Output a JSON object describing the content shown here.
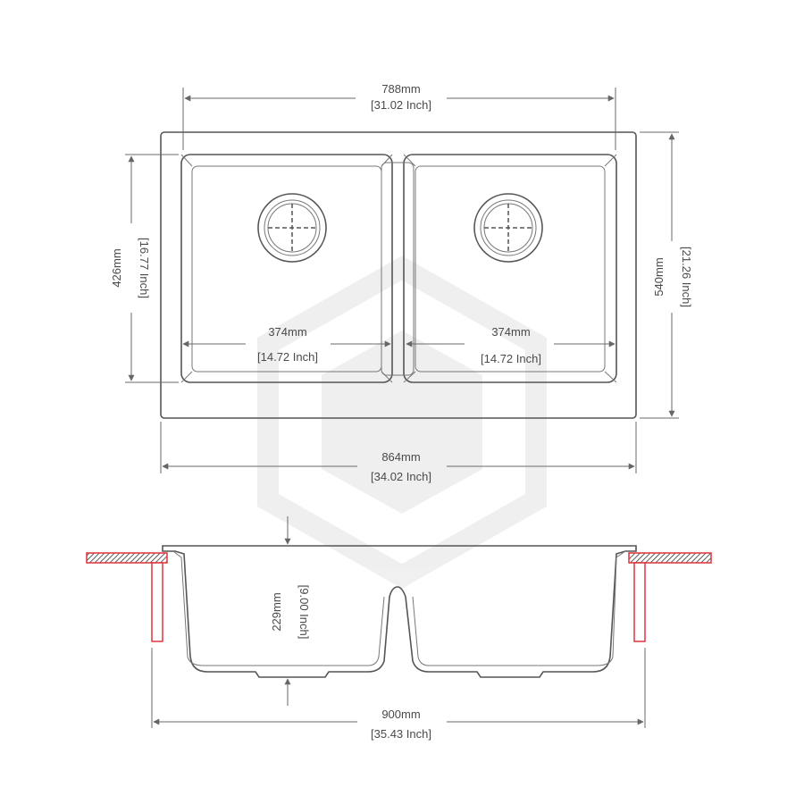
{
  "top_view": {
    "width_inner": {
      "mm": "788mm",
      "inch": "[31.02 Inch]"
    },
    "width_outer": {
      "mm": "864mm",
      "inch": "[34.02 Inch]"
    },
    "height_inner": {
      "mm": "426mm",
      "inch": "[16.77 Inch]"
    },
    "height_outer": {
      "mm": "540mm",
      "inch": "[21.26 Inch]"
    },
    "bowl_left": {
      "mm": "374mm",
      "inch": "[14.72 Inch]"
    },
    "bowl_right": {
      "mm": "374mm",
      "inch": "[14.72 Inch]"
    }
  },
  "side_view": {
    "depth": {
      "mm": "229mm",
      "inch": "[9.00 Inch]"
    },
    "cutout_width": {
      "mm": "900mm",
      "inch": "[35.43 Inch]"
    }
  },
  "colors": {
    "line": "#555555",
    "accent": "#e0343a",
    "hatch": "#333333"
  }
}
